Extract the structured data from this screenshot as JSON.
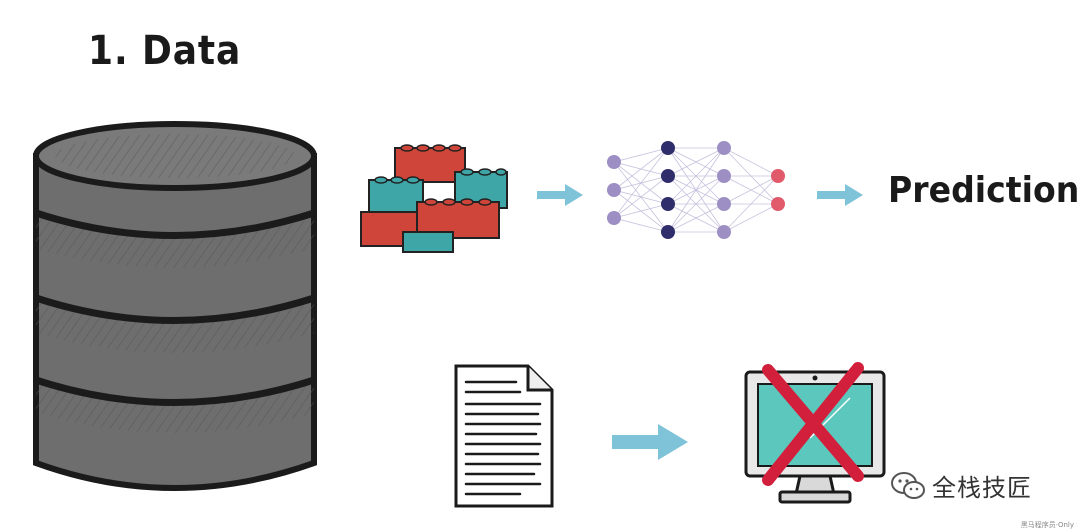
{
  "title": "1. Data",
  "prediction_label": "Prediction",
  "watermark": {
    "text": "全栈技匠",
    "icon": "wechat-icon"
  },
  "footer_credit": "黑马程序员·Only",
  "colors": {
    "database": "#6e6e6e",
    "brick_red": "#d0453a",
    "brick_teal": "#3fa6a8",
    "arrow": "#7ec3d8",
    "nn_dark": "#2f2d6b",
    "nn_light": "#9d8fc4",
    "nn_output": "#e05a6b",
    "monitor_screen": "#5cc7bd",
    "cross": "#d21f3c"
  },
  "icons": {
    "database": "database-icon",
    "bricks": "lego-bricks-icon",
    "network": "neural-network-icon",
    "document": "document-icon",
    "monitor": "monitor-icon",
    "cross": "cross-icon",
    "arrow": "arrow-right-icon"
  }
}
